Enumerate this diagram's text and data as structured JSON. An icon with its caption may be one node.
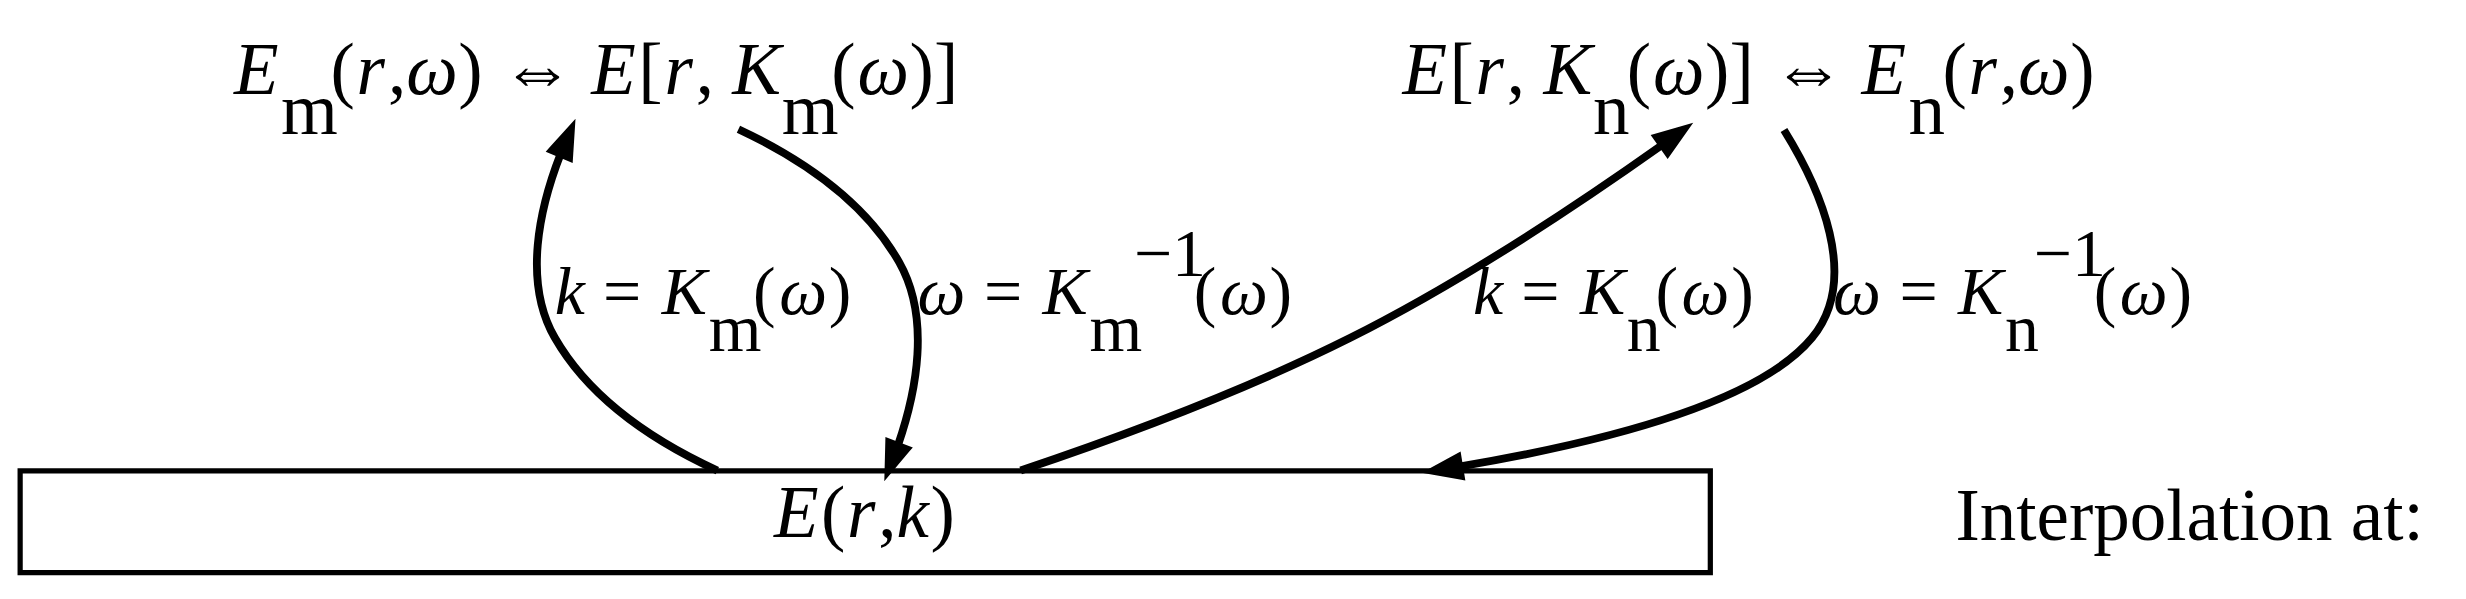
{
  "diagram": {
    "nodes": [
      {
        "text": [
          "*E*$_{m}$(*r*,*ω*) ⇔ *E*[*r*, *K*$_{m}$(*ω*)]"
        ]
      },
      {
        "text": [
          "*E*[*r*, *K*$_{n}$(*ω*)] ⇔ *E*$_{n}$(*r*,*ω*)"
        ]
      },
      {
        "text": [
          "*E*(*r*,*k*)"
        ]
      }
    ],
    "edges": [
      {
        "from": 2,
        "to": 0,
        "arrow": "to",
        "label": "*k* = *K*$_{m}$(*ω*)"
      },
      {
        "from": 0,
        "to": 2,
        "arrow": "to",
        "label": "*ω* = *K*$_{m}$$^{−1}$(*ω*)"
      },
      {
        "from": 2,
        "to": 1,
        "arrow": "to",
        "label": "*k* = *K*$_{n}$(*ω*)"
      },
      {
        "from": 1,
        "to": 2,
        "arrow": "to",
        "label": "*ω* = *K*$_{n}$$^{−1}$(*ω*)"
      }
    ],
    "labels": [
      "Interpolation at:"
    ]
  }
}
